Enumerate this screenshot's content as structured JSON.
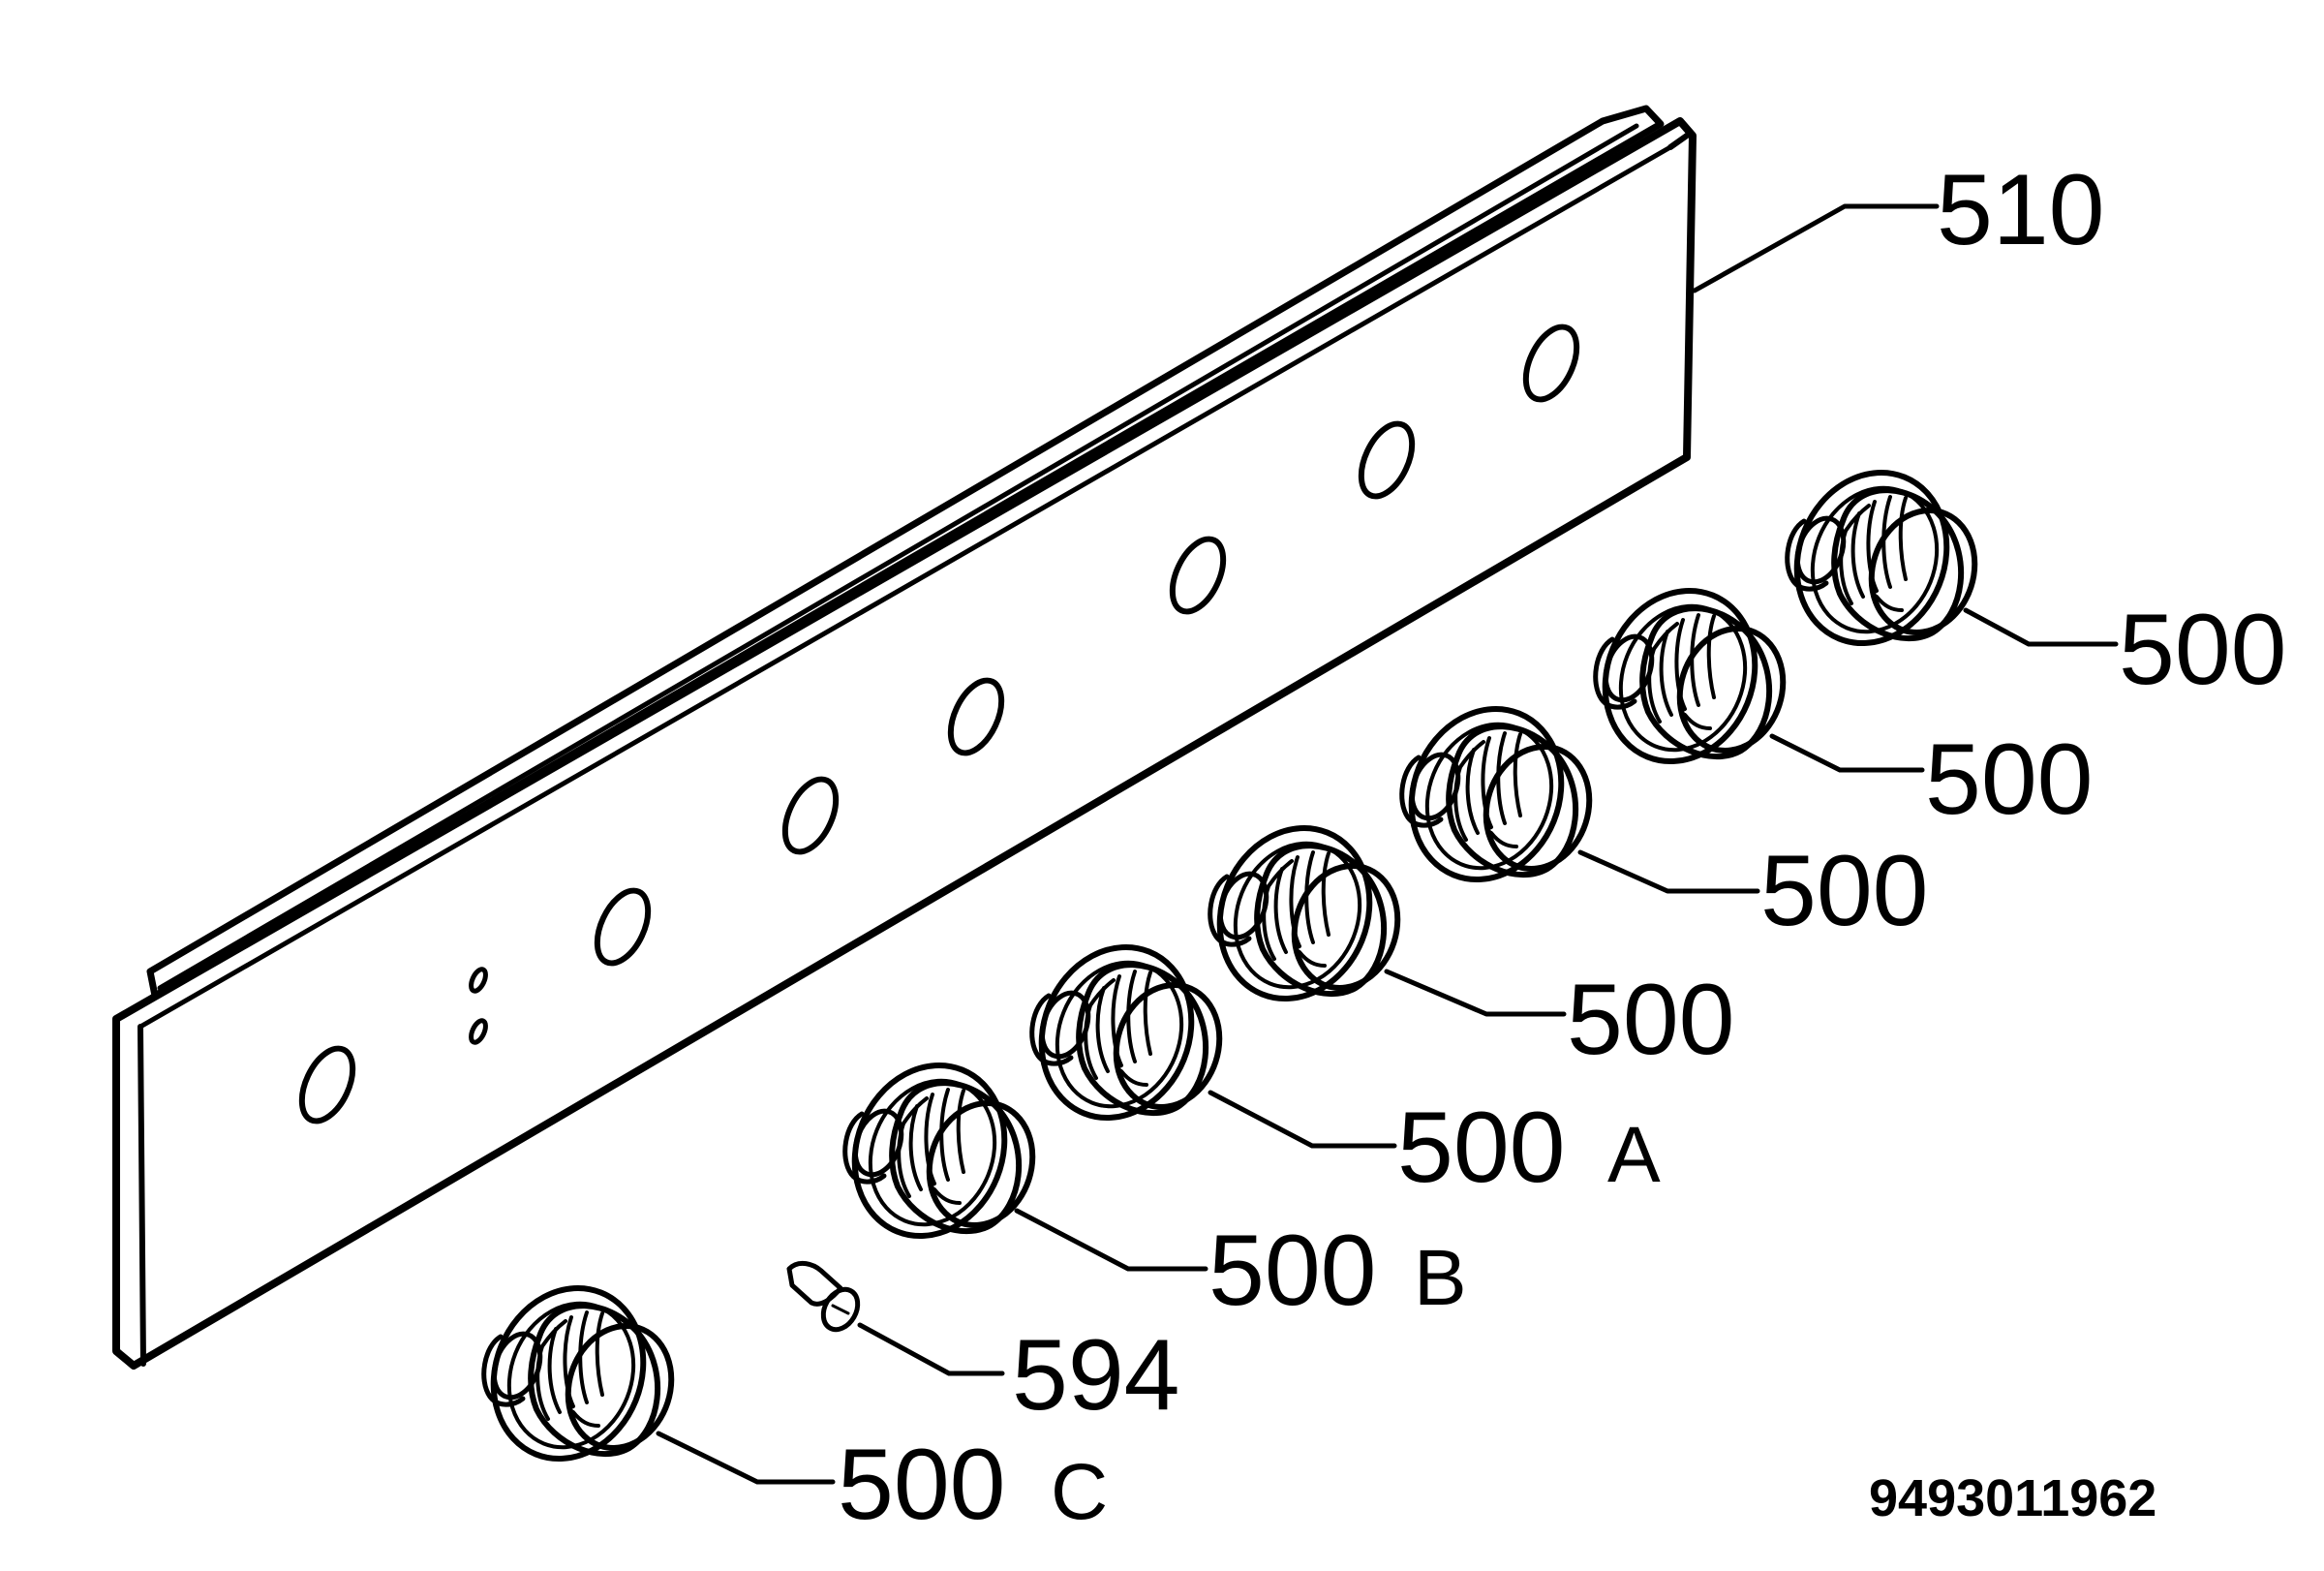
{
  "labels": {
    "panel": "510",
    "knob_1": "500",
    "knob_2": "500",
    "knob_3": "500",
    "knob_4": "500",
    "knob_5_num": "500",
    "knob_5_suffix": "A",
    "knob_6_num": "500",
    "knob_6_suffix": "B",
    "screw": "594",
    "knob_7_num": "500",
    "knob_7_suffix": "C"
  },
  "reference_number": "9493011962"
}
